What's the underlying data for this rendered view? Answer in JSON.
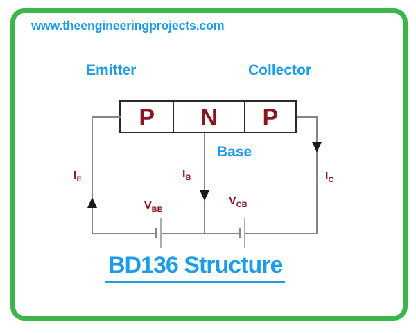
{
  "site": {
    "url": "www.theengineeringprojects.com"
  },
  "title": "BD136 Structure",
  "terminals": {
    "emitter": "Emitter",
    "collector": "Collector",
    "base": "Base"
  },
  "regions": [
    "P",
    "N",
    "P"
  ],
  "currents": {
    "emitter": {
      "symbol": "I",
      "sub": "E"
    },
    "base": {
      "symbol": "I",
      "sub": "B"
    },
    "collector": {
      "symbol": "I",
      "sub": "C"
    }
  },
  "voltages": {
    "vbe": {
      "symbol": "V",
      "sub": "BE"
    },
    "vcb": {
      "symbol": "V",
      "sub": "CB"
    }
  },
  "colors": {
    "border_green": "#3cb54c",
    "text_blue": "#1d9ce8",
    "text_maroon": "#8a1620",
    "wire_gray": "#868686",
    "box_border": "#2b2b2b"
  }
}
